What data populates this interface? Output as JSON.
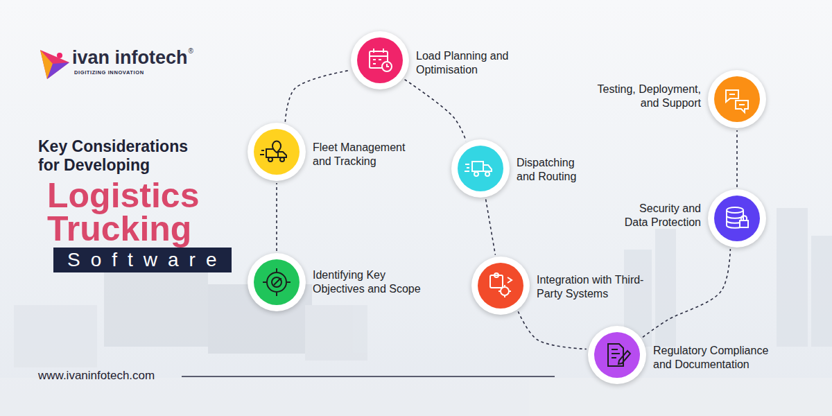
{
  "diagram": {
    "title": "Key Considerations for Developing",
    "nodes": [
      {
        "text": [
          "Identifying Key Objectives and Scope"
        ]
      },
      {
        "text": [
          "Fleet Management and Tracking"
        ]
      },
      {
        "text": [
          "Load Planning and Optimisation"
        ]
      },
      {
        "text": [
          "Dispatching and Routing"
        ]
      },
      {
        "text": [
          "Integration with Third-Party Systems"
        ]
      },
      {
        "text": [
          "Regulatory Compliance and Documentation"
        ]
      },
      {
        "text": [
          "Security and Data Protection"
        ]
      },
      {
        "text": [
          "Testing, Deployment, and Support"
        ]
      }
    ],
    "edges": [
      {
        "from": 0,
        "to": 1,
        "arrow": "none"
      },
      {
        "from": 1,
        "to": 2,
        "arrow": "none"
      },
      {
        "from": 2,
        "to": 3,
        "arrow": "none"
      },
      {
        "from": 3,
        "to": 4,
        "arrow": "none"
      },
      {
        "from": 4,
        "to": 5,
        "arrow": "none"
      },
      {
        "from": 5,
        "to": 6,
        "arrow": "none"
      },
      {
        "from": 6,
        "to": 7,
        "arrow": "none"
      }
    ],
    "labels": [
      "Logistics Trucking",
      "Software",
      "ivan infotech",
      "®",
      "DIGITIZING INNOVATION",
      "www.ivaninfotech.com"
    ]
  }
}
